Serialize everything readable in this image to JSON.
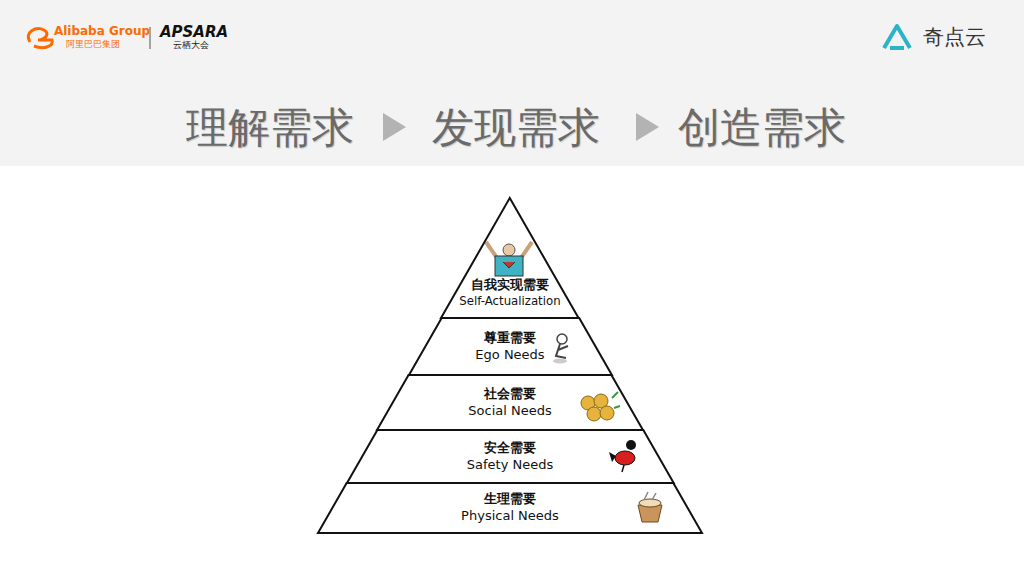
{
  "diagram": {
    "nodes": [
      {
        "text": [
          "自我实现需要",
          "Self-Actualization"
        ]
      },
      {
        "text": [
          "尊重需要",
          "Ego Needs"
        ]
      },
      {
        "text": [
          "社会需要",
          "Social Needs"
        ]
      },
      {
        "text": [
          "安全需要",
          "Safety Needs"
        ]
      },
      {
        "text": [
          "生理需要",
          "Physical Needs"
        ]
      }
    ],
    "labels": [
      "Alibaba Group",
      "阿里巴巴集团",
      "APSARA",
      "云栖大会",
      "奇点云",
      "理解需求",
      "发现需求",
      "创造需求"
    ]
  }
}
